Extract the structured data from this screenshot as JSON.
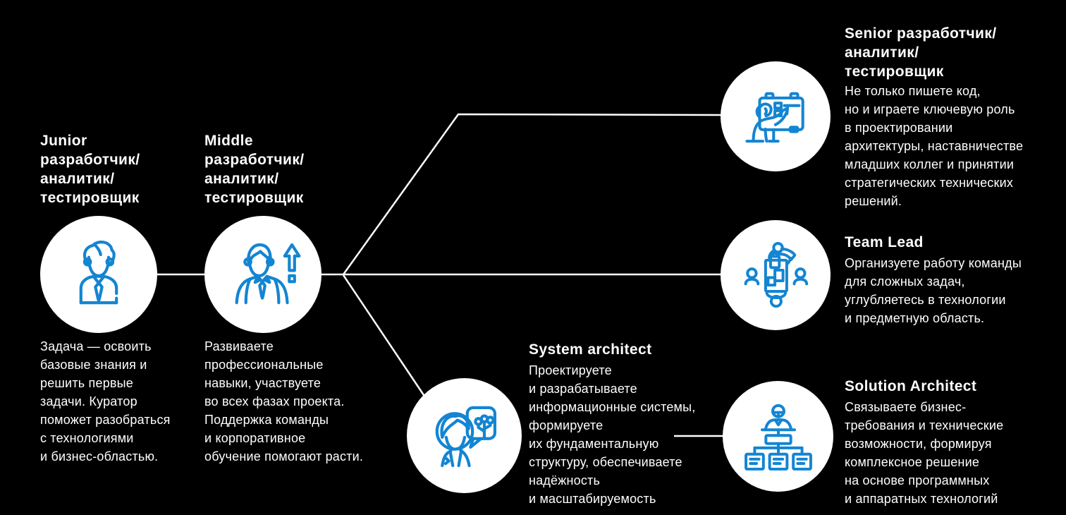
{
  "theme": {
    "background": "#000000",
    "text": "#ffffff",
    "accent": "#1385d2",
    "circle_fill": "#ffffff",
    "connector": "#ffffff"
  },
  "nodes": {
    "junior": {
      "icon": "junior-person-icon",
      "title": "Junior\nразработчик/\nаналитик/\nтестировщик",
      "description": "Задача — освоить\nбазовые знания и\nрешить первые\nзадачи. Куратор\nпоможет разобраться\nс технологиями\nи бизнес-областью."
    },
    "middle": {
      "icon": "middle-person-growth-icon",
      "title": "Middle\nразработчик/\nаналитик/\nтестировщик",
      "description": "Развиваете\nпрофессиональные\nнавыки, участвуете\nво всех фазах проекта.\nПоддержка команды\nи корпоративное\nобучение помогают расти."
    },
    "senior": {
      "icon": "senior-whiteboard-icon",
      "title": "Senior разработчик/\nаналитик/\nтестировщик",
      "description": "Не только пишете код,\nно и играете ключевую роль\nв проектировании\nархитектуры, наставничестве\nмладших коллег и принятии\nстратегических технических\nрешений."
    },
    "teamlead": {
      "icon": "teamlead-meeting-table-icon",
      "title": "Team Lead",
      "description": "Организуете работу команды\nдля сложных задач,\nуглубляетесь в технологии\nи предметную область."
    },
    "system": {
      "icon": "system-architect-speech-bubble-icon",
      "title": "System architect",
      "description": "Проектируете\nи разрабатываете\nинформационные системы,\nформируете\nих фундаментальную\nструктуру, обеспечиваете\nнадёжность\nи масштабируемость"
    },
    "solution": {
      "icon": "solution-architect-orgchart-icon",
      "title": "Solution Architect",
      "description": "Связываете бизнес-\nтребования и технические\nвозможности, формируя\nкомплексное решение\nна основе программных\nи аппаратных технологий"
    }
  }
}
